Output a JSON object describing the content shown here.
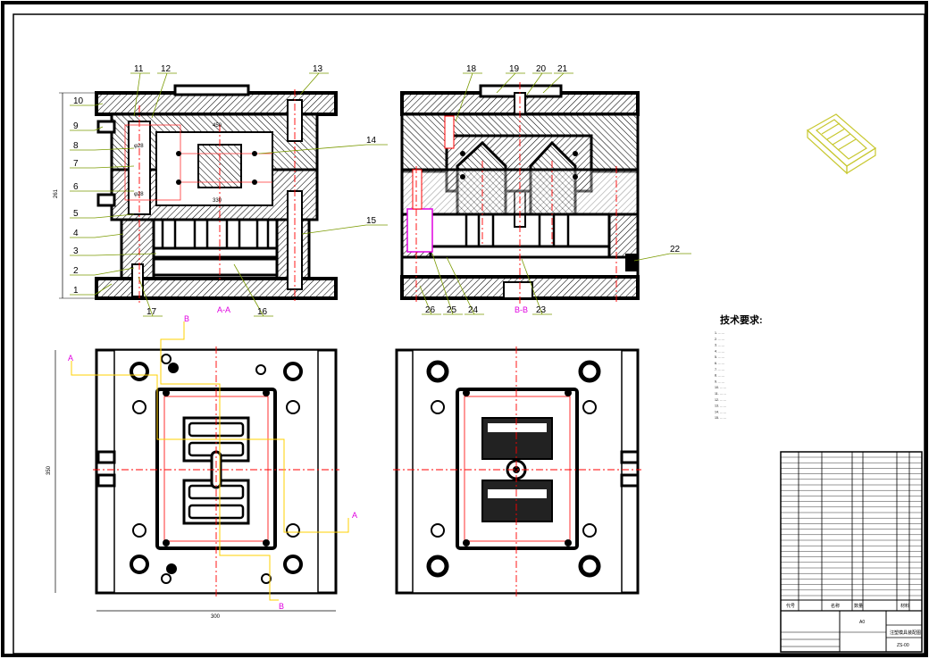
{
  "drawing": {
    "callouts_left": [
      "1",
      "2",
      "3",
      "4",
      "5",
      "6",
      "7",
      "8",
      "9",
      "10",
      "11",
      "12",
      "13",
      "14",
      "15",
      "16",
      "17"
    ],
    "callouts_right": [
      "18",
      "19",
      "20",
      "21",
      "22",
      "23",
      "24",
      "25",
      "26"
    ],
    "section_labels": {
      "left": "A-A",
      "right": "B-B"
    },
    "cut_markers": {
      "a": "A",
      "b": "B"
    },
    "dimensions": {
      "plate_height": "261",
      "plan_height": "350",
      "plan_width": "300"
    }
  },
  "tech_req": {
    "title": "技术要求:",
    "lines": [
      "1. ……",
      "2. ……",
      "3. ……",
      "4. ……",
      "5. ……",
      "6. ……",
      "7. ……",
      "8. ……",
      "9. ……",
      "10. ……",
      "11. ……",
      "12. ……",
      "13. ……",
      "14. ……",
      "15. ……"
    ]
  },
  "title_block": {
    "headers": [
      "代号",
      "名称",
      "数量",
      "材料"
    ],
    "ratio": "A0",
    "drawing_name": "注塑模具装配图",
    "drawing_no": "ZS-00"
  },
  "colors": {
    "outline": "#000000",
    "hatch": "#000000",
    "center": "#ff0000",
    "callout_leader": "#7a9a00",
    "section": "#e000e0",
    "cut_line": "#ffd000",
    "part": "#d8d850"
  }
}
